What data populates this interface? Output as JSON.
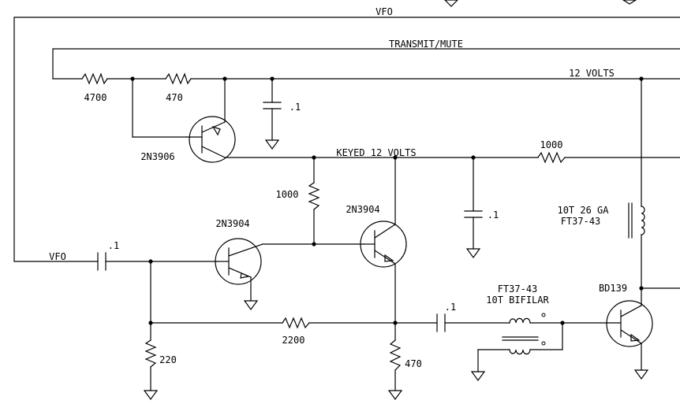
{
  "nets": {
    "vfo_top": "VFO",
    "vfo_input": "VFO",
    "transmit_mute": "TRANSMIT/MUTE",
    "supply": "12 VOLTS",
    "keyed": "KEYED 12 VOLTS"
  },
  "resistors": {
    "r_4700": "4700",
    "r_470_top": "470",
    "r_1000_right": "1000",
    "r_1000_mid": "1000",
    "r_2200": "2200",
    "r_220": "220",
    "r_470_bottom": "470"
  },
  "capacitors": {
    "c_supply": ".1",
    "c_keyed": ".1",
    "c_input": ".1",
    "c_coupling": ".1"
  },
  "transistors": {
    "q_switch": "2N3906",
    "q_buffer1": "2N3904",
    "q_buffer2": "2N3904",
    "q_driver": "BD139"
  },
  "inductors": {
    "choke_line1": "10T 26 GA",
    "choke_line2": "FT37-43",
    "transformer_line1": "FT37-43",
    "transformer_line2": "10T BIFILAR"
  }
}
